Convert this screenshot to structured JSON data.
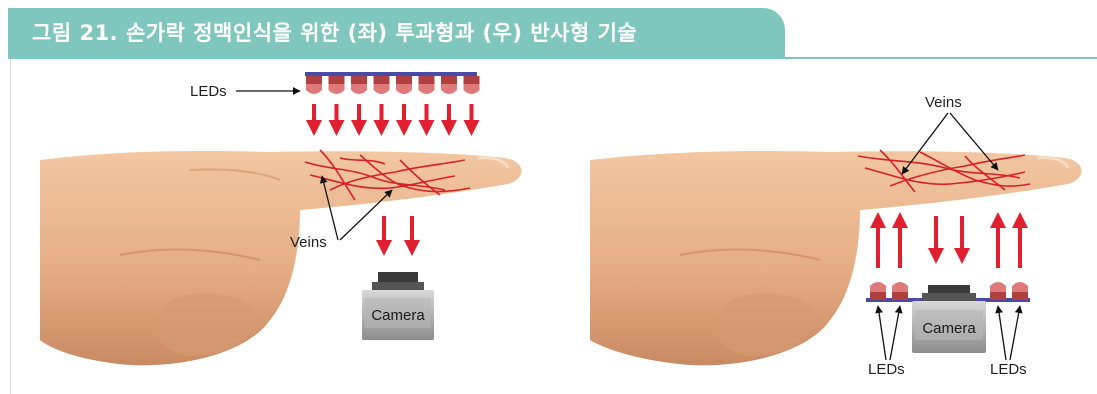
{
  "figure": {
    "title": "그림 21.  손가락 정맥인식을 위한 (좌) 투과형과 (우) 반사형 기술"
  },
  "left_panel": {
    "leds_label": "LEDs",
    "veins_label": "Veins",
    "camera_label": "Camera"
  },
  "right_panel": {
    "veins_label": "Veins",
    "camera_label": "Camera",
    "leds_left_label": "LEDs",
    "leds_right_label": "LEDs"
  },
  "colors": {
    "title_bar": "#7fc7bd",
    "arrow_red": "#e02030",
    "vein_red": "#d8202a",
    "skin": "#e8b48c",
    "led_bar": "#4a4aa8"
  }
}
